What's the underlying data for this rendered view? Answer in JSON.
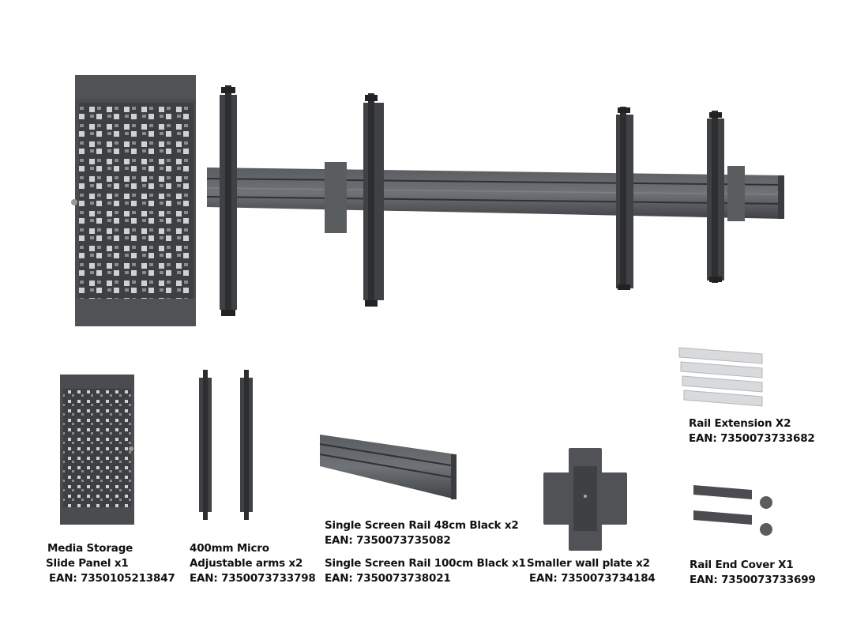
{
  "colors": {
    "metal": "#4a4c4f",
    "metal_dark": "#303234",
    "metal_light": "#6a6d70",
    "rail_extension": "#d8dadc",
    "text": "#111111"
  },
  "assembled_view": {
    "icons": [
      "media-storage-panel-icon",
      "adjustable-arm-icon",
      "screen-rail-icon"
    ]
  },
  "parts": {
    "media_storage": {
      "name_line1": "Media Storage",
      "name_line2": "Slide Panel x1",
      "ean": "EAN: 7350105213847"
    },
    "micro_arms": {
      "name_line1": "400mm Micro",
      "name_line2": "Adjustable arms x2",
      "ean": "EAN: 7350073733798"
    },
    "rail_48": {
      "name": "Single Screen Rail 48cm Black x2",
      "ean": "EAN: 7350073735082"
    },
    "rail_100": {
      "name": "Single Screen Rail 100cm Black x1",
      "ean": "EAN: 7350073738021"
    },
    "wall_plate": {
      "name": "Smaller wall plate x2",
      "ean": "EAN: 7350073734184"
    },
    "rail_extension": {
      "name": "Rail Extension X2",
      "ean": "EAN: 7350073733682"
    },
    "rail_end_cover": {
      "name": "Rail End Cover X1",
      "ean": "EAN: 7350073733699"
    }
  }
}
